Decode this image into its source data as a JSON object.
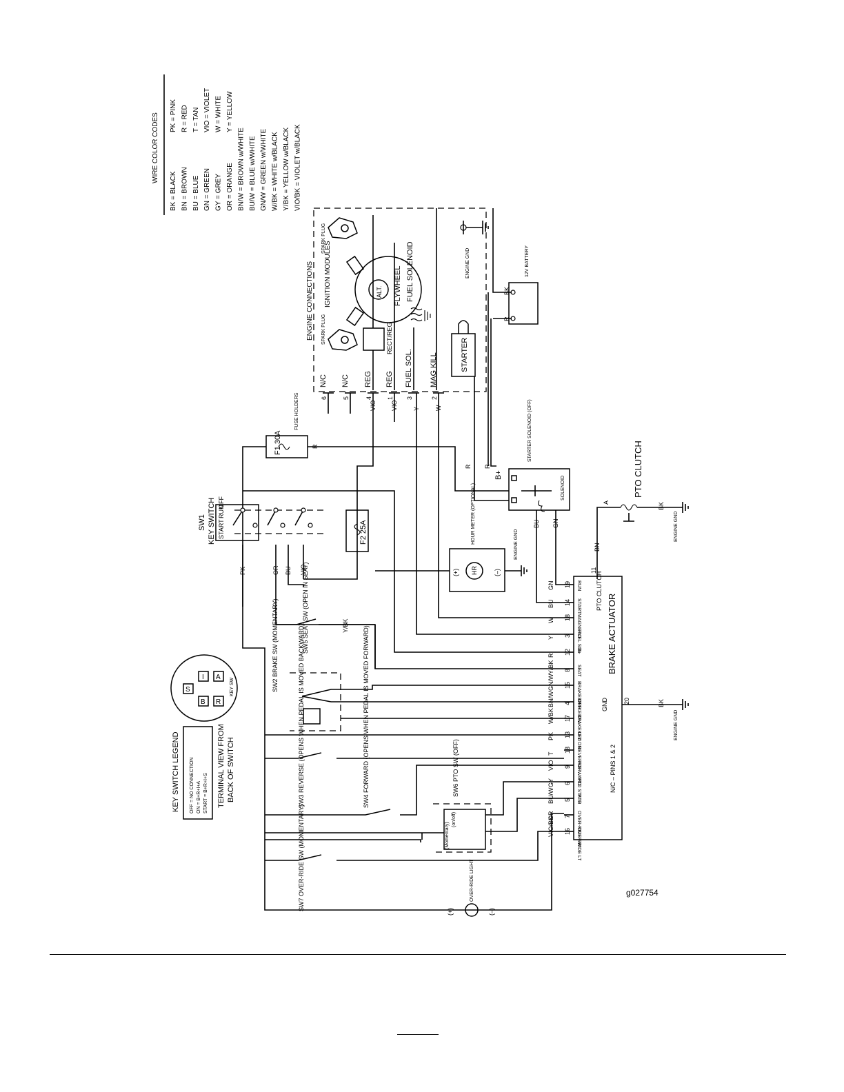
{
  "figure_id": "g027754",
  "wire_color_codes": {
    "title": "WIRE COLOR CODES",
    "codes": [
      "BK  =  BLACK",
      "BN  =  BROWN",
      "BU  =  BLUE",
      "GN  =  GREEN",
      "GY  =  GREY",
      "OR  =  ORANGE",
      "BN/W  =  BROWN w/WHITE",
      "BU/W  =  BLUE w/WHITE",
      "GN/W  =  GREEN w/WHITE",
      "W/BK  =  WHITE w/BLACK",
      "Y/BK  =  YELLOW w/BLACK",
      "VIO/BK  =  VIOLET w/BLACK",
      "PK  =  PINK",
      "R  =  RED",
      "T  =  TAN",
      "VIO  =  VIOLET",
      "W  =  WHITE",
      "Y  =  YELLOW"
    ]
  },
  "engine": {
    "title": "ENGINE CONNECTIONS",
    "spark_plug": "SPARK PLUG",
    "ignition_modules": "IGNITION MODULES",
    "alt": "ALT.",
    "flywheel": "FLYWHEEL",
    "fuel_solenoid": "FUEL SOLENOID",
    "rect_reg": "RECT/REG",
    "starter": "STARTER",
    "engine_gnd": "ENGINE GND",
    "battery": "12V BATTERY",
    "pins": [
      "N/C",
      "N/C",
      "REG",
      "REG",
      "FUEL SOL.",
      "MAG KILL"
    ],
    "pin_numbers": [
      "6",
      "5",
      "4",
      "1",
      "3",
      "2"
    ]
  },
  "fuse": {
    "holders": "FUSE HOLDERS",
    "f1": "F1  30A",
    "f2": "F2  25A"
  },
  "key_switch": {
    "name": "SW1",
    "label": "KEY SWITCH",
    "positions": [
      "START",
      "RUN",
      "OFF"
    ],
    "terminals": [
      "S",
      "I",
      "A",
      "B",
      "R"
    ],
    "face_caption": "KEY SW",
    "legend_title": "KEY SWITCH LEGEND",
    "legend_rows": [
      "OFF    = NO CONNECTION",
      "ON     = B+R+I+A",
      "START  = B+R+I+S"
    ],
    "terminal_view": "TERMINAL VIEW FROM BACK OF SWITCH"
  },
  "starter_solenoid": {
    "label": "STARTER SOLENOID (OFF)",
    "solenoid": "SOLENOID",
    "bplus": "B+"
  },
  "pto_clutch": {
    "label": "PTO CLUTCH",
    "engine_gnd": "ENGINE GND"
  },
  "hour_meter": {
    "label": "HOUR METER (OPTIONAL)",
    "hr": "HR",
    "engine_gnd": "ENGINE GND"
  },
  "switches": {
    "sw5": "SW5  SEAT SW (OPEN IN SEAT)",
    "sw2": "SW2  BRAKE SW (MOMENTARY)",
    "sw3": "SW3  REVERSE (OPENS WHEN PEDAL IS MOVED BACKWARD)",
    "sw4": "SW4  FORWARD (OPENS WHEN PEDAL IS MOVED FORWARD)",
    "sw6": "SW6  PTO SW (OFF)",
    "sw6_on": "(on/off)",
    "sw6_mom": "(Momentary)",
    "sw7": "SW7  OVER-RIDE SW (MOMENTARY)",
    "override_light": "OVER-RIDE LIGHT"
  },
  "brake_actuator": {
    "title": "BRAKE ACTUATOR",
    "note": "N/C – PINS 1 & 2",
    "gnd_label": "GND",
    "gnd_pin": "20",
    "pto_clutch_pin": "11",
    "pto_clutch_label": "PTO CLUTCH",
    "engine_gnd": "ENGINE GND",
    "pins": [
      {
        "num": "19",
        "name": "RUN",
        "wire": "GN"
      },
      {
        "num": "14",
        "name": "START",
        "wire": "BU"
      },
      {
        "num": "18",
        "name": "MAGNETO",
        "wire": "W"
      },
      {
        "num": "3",
        "name": "FUEL SOL",
        "wire": "Y"
      },
      {
        "num": "12",
        "name": "B+",
        "wire": "R"
      },
      {
        "num": "8",
        "name": "SEAT",
        "wire": "Y/BK"
      },
      {
        "num": "15",
        "name": "BRAKE OFF",
        "wire": "GN/W"
      },
      {
        "num": "4",
        "name": "BRAKE ON",
        "wire": "BN/W"
      },
      {
        "num": "17",
        "name": "BRAKE LED",
        "wire": "W/BK"
      },
      {
        "num": "13",
        "name": "KEY ON",
        "wire": "PK"
      },
      {
        "num": "18",
        "name": "REVERSE",
        "wire": "T"
      },
      {
        "num": "9",
        "name": "FORWARD",
        "wire": "VIO"
      },
      {
        "num": "6",
        "name": "PTO STATE",
        "wire": "GY"
      },
      {
        "num": "5",
        "name": "PTO",
        "wire": "BU/W"
      },
      {
        "num": "7",
        "name": "OVER-RIDE SW",
        "wire": "OR"
      },
      {
        "num": "16",
        "name": "OVER-RIDE LT",
        "wire": "VIO/BK"
      }
    ]
  },
  "wire_labels": {
    "pk": "PK",
    "or": "OR",
    "bu": "BU",
    "vio": "VIO",
    "r": "R",
    "y": "Y",
    "w": "W",
    "ybk": "Y/BK",
    "bk": "BK",
    "a": "A",
    "bn": "BN",
    "gn": "GN"
  },
  "symbols": {
    "plus": "(+)",
    "minus": "(–)"
  }
}
